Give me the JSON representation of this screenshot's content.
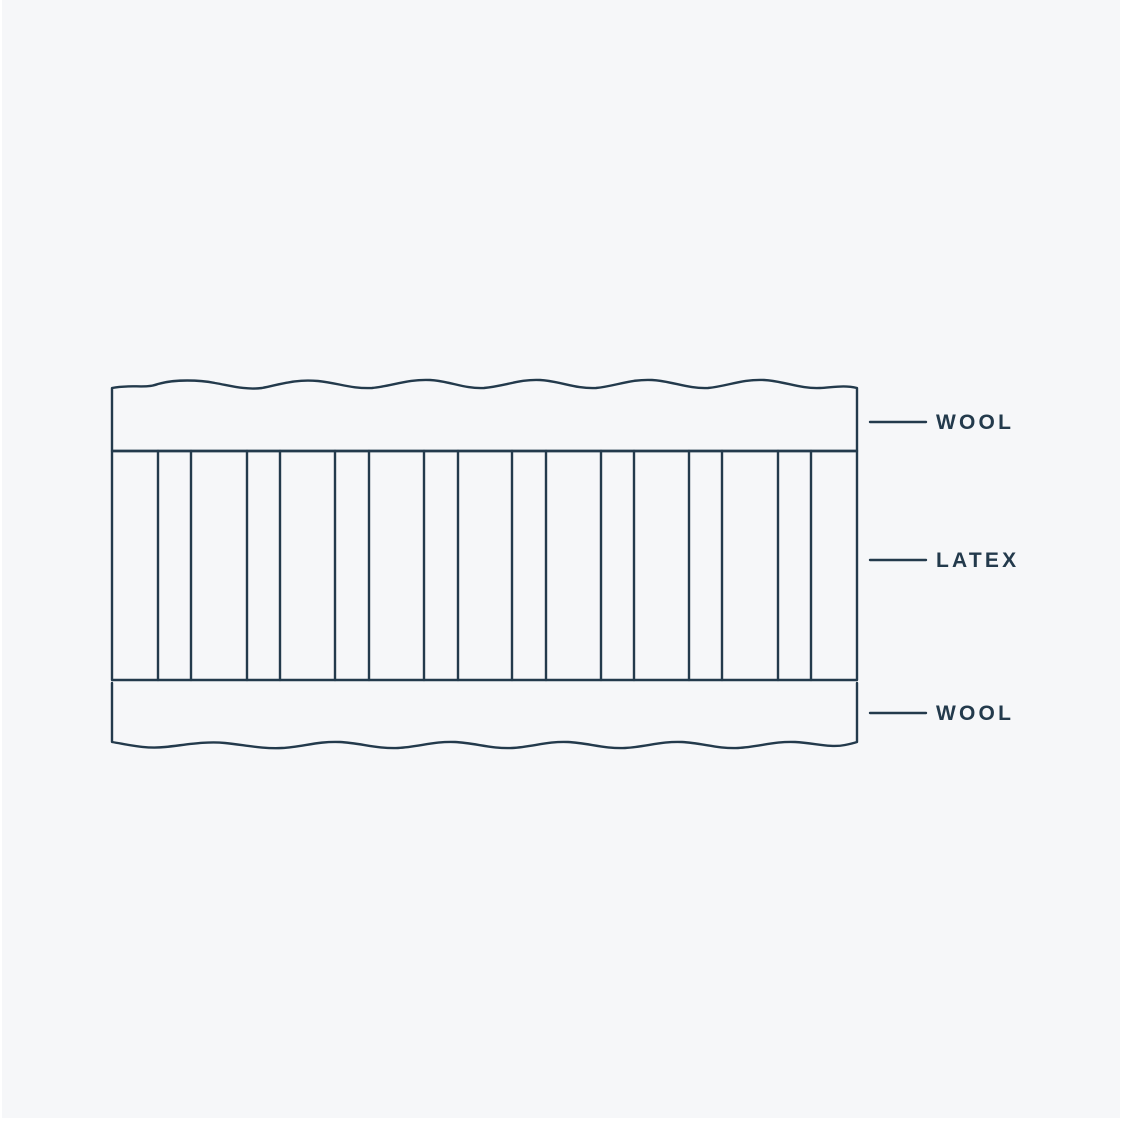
{
  "colors": {
    "background": "#f6f7f9",
    "stroke": "#233a4c",
    "label": "#233a4c"
  },
  "layers": [
    {
      "id": "top-wool",
      "label": "WOOL"
    },
    {
      "id": "latex",
      "label": "LATEX"
    },
    {
      "id": "bottom-wool",
      "label": "WOOL"
    }
  ]
}
